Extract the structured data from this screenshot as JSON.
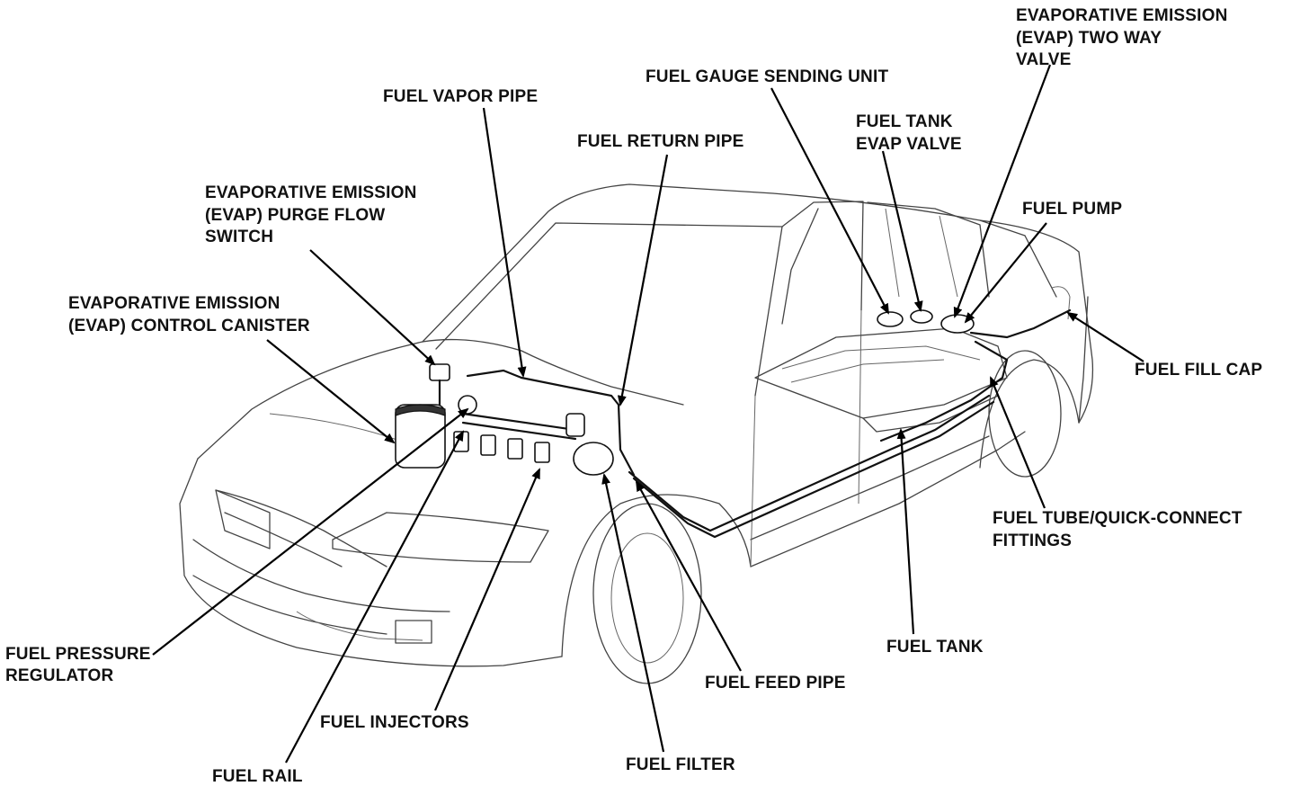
{
  "labels": {
    "fuel_vapor_pipe": [
      "FUEL VAPOR PIPE"
    ],
    "fuel_return_pipe": [
      "FUEL RETURN PIPE"
    ],
    "fuel_gauge_sending_unit": [
      "FUEL GAUGE SENDING UNIT"
    ],
    "fuel_tank_evap_valve": [
      "FUEL TANK",
      "EVAP VALVE"
    ],
    "evap_two_way_valve": [
      "EVAPORATIVE EMISSION",
      "(EVAP) TWO WAY",
      "VALVE"
    ],
    "evap_purge_flow_switch": [
      "EVAPORATIVE EMISSION",
      "(EVAP) PURGE FLOW",
      "SWITCH"
    ],
    "evap_control_canister": [
      "EVAPORATIVE EMISSION",
      "(EVAP) CONTROL CANISTER"
    ],
    "fuel_pump": [
      "FUEL PUMP"
    ],
    "fuel_fill_cap": [
      "FUEL FILL CAP"
    ],
    "fuel_tube_quick_connect": [
      "FUEL TUBE/QUICK-CONNECT",
      "FITTINGS"
    ],
    "fuel_tank": [
      "FUEL TANK"
    ],
    "fuel_feed_pipe": [
      "FUEL FEED PIPE"
    ],
    "fuel_filter": [
      "FUEL FILTER"
    ],
    "fuel_injectors": [
      "FUEL INJECTORS"
    ],
    "fuel_rail": [
      "FUEL RAIL"
    ],
    "fuel_pressure_regulator": [
      "FUEL PRESSURE",
      "REGULATOR"
    ]
  }
}
